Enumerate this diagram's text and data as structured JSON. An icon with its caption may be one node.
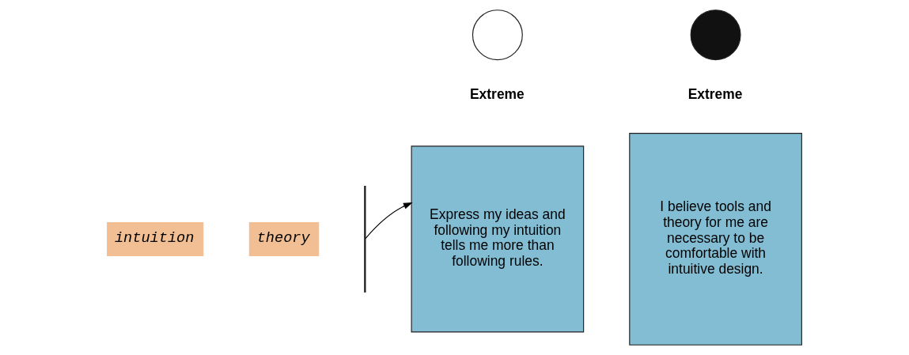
{
  "diagram": {
    "nodes": [
      {
        "text": [
          "intuition"
        ]
      },
      {
        "text": [
          "theory"
        ]
      },
      {
        "text": [],
        "shape": "bar"
      },
      {
        "text": [],
        "shape": "circle"
      },
      {
        "text": [
          "Express my ideas and following my intuition tells me more than following rules."
        ]
      },
      {
        "text": [],
        "shape": "circle"
      },
      {
        "text": [
          "I believe tools and theory for me are necessary to be comfortable with intuitive design."
        ]
      }
    ],
    "edges": [
      {
        "from": 2,
        "to": 4,
        "arrow": "to"
      }
    ],
    "labels": [
      "Extreme",
      "Extreme"
    ]
  }
}
